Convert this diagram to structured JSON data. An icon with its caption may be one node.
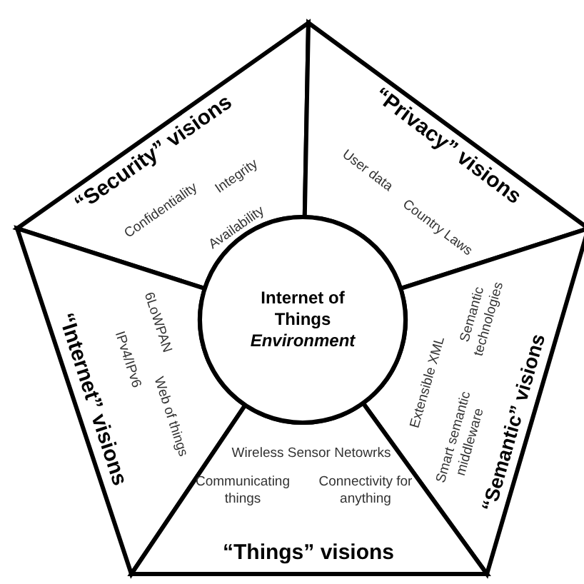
{
  "diagram": {
    "nodes": [
      {
        "text": [
          "“Security” visions",
          "Confidentiality",
          "Integrity",
          "Availability"
        ]
      },
      {
        "text": [
          "“Privacy” visions",
          "User data",
          "Country Laws"
        ]
      },
      {
        "text": [
          "Internet of Things *Environment*"
        ]
      },
      {
        "text": [
          "“Internet” visions",
          "6LoWPAN",
          "IPv4/IPv6",
          "Web of things"
        ]
      },
      {
        "text": [
          "“Semantic” visions",
          "Semantic technologies",
          "Extensible XML",
          "Smart semantic middleware"
        ]
      },
      {
        "text": [
          "Wireless Sensor Netowrks",
          "Communicating things",
          "Connectivity for anything",
          "“Things” visions"
        ]
      }
    ]
  }
}
